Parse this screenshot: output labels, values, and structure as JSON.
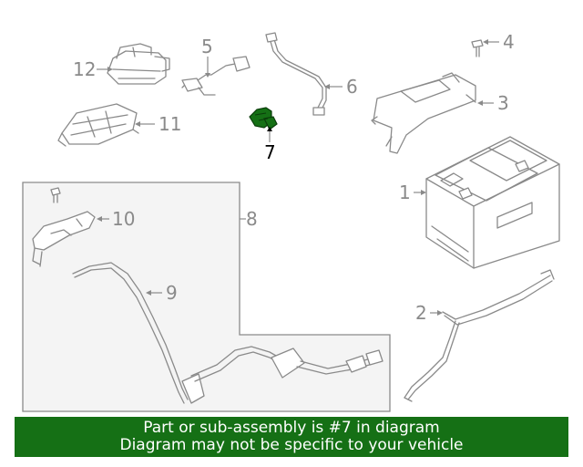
{
  "callouts": {
    "c1": "1",
    "c2": "2",
    "c3": "3",
    "c4": "4",
    "c5": "5",
    "c6": "6",
    "c7": "7",
    "c8": "8",
    "c9": "9",
    "c10": "10",
    "c11": "11",
    "c12": "12"
  },
  "highlight": {
    "part_number": "7",
    "color": "#157015"
  },
  "colors": {
    "line": "#8a8a8a",
    "subassembly_box": "#f4f4f4",
    "banner": "#157015"
  },
  "banner": {
    "line1": "Part or sub-assembly is #7 in diagram",
    "line2": "Diagram may not be specific to your vehicle"
  }
}
